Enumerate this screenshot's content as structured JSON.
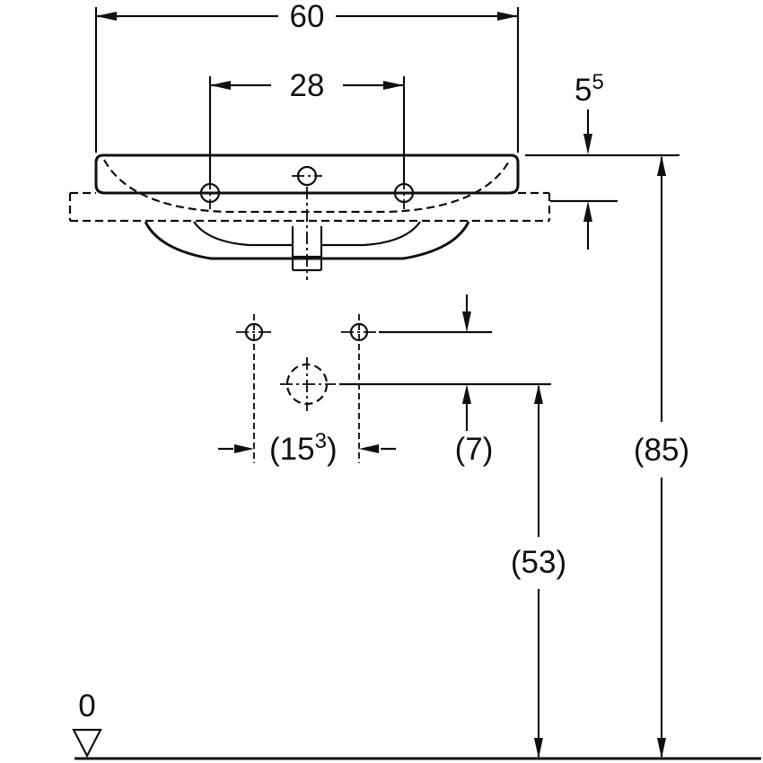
{
  "drawing": {
    "colors": {
      "line": "#111111",
      "background": "#ffffff"
    },
    "dims": {
      "overall_width": "60",
      "tap_spacing": "28",
      "rim_base": "5",
      "rim_sup": "5",
      "fixing_open": "(15",
      "fixing_sup": "3",
      "fixing_close": ")",
      "hole_offset": "(7)",
      "outlet_height": "(53)",
      "overall_height": "(85)",
      "datum": "0"
    }
  }
}
